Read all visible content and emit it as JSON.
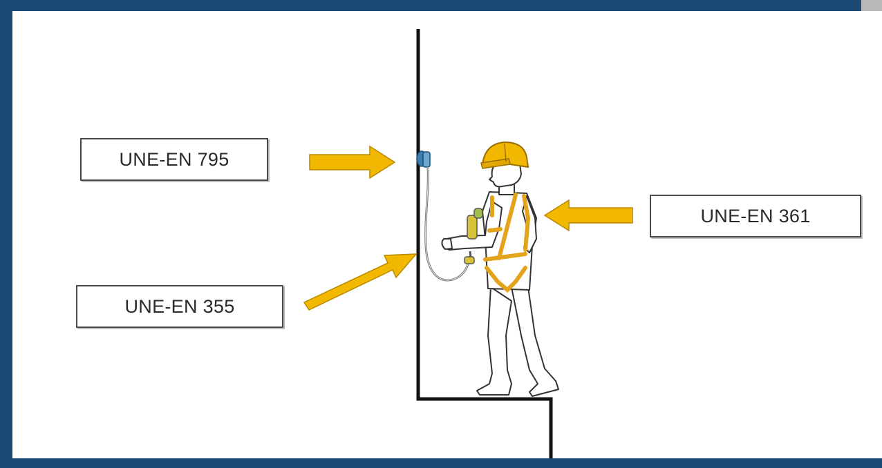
{
  "labels": {
    "standard_795": "UNE-EN 795",
    "standard_355": "UNE-EN 355",
    "standard_361": "UNE-EN 361"
  },
  "colors": {
    "frame": "#1b4a75",
    "arrow": "#f2b800",
    "arrow_outline": "#b88a00",
    "wall": "#111111",
    "helmet": "#f2b800",
    "harness": "#e3a41c",
    "anchor": "#3a7fb0"
  },
  "icons": {
    "anchor": "anchor-device-icon",
    "worker": "worker-figure-icon",
    "lanyard": "lanyard-icon"
  }
}
